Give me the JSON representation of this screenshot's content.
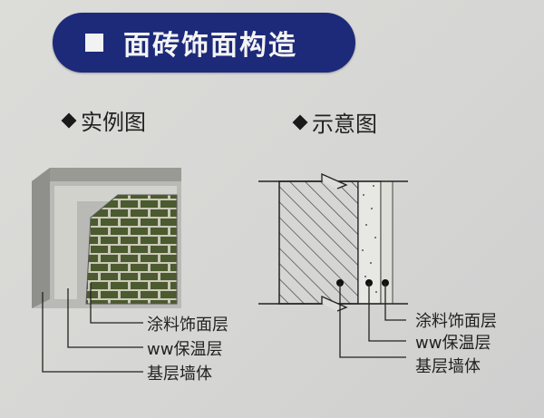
{
  "title": "面砖饰面构造",
  "sections": {
    "photo_example": "实例图",
    "schematic": "示意图"
  },
  "layers": [
    "涂料饰面层",
    "ww保温层",
    "基层墙体"
  ],
  "colors": {
    "banner": "#1d2a7a",
    "tile": "#4c5a2f",
    "wall": "#b9b9b5"
  }
}
